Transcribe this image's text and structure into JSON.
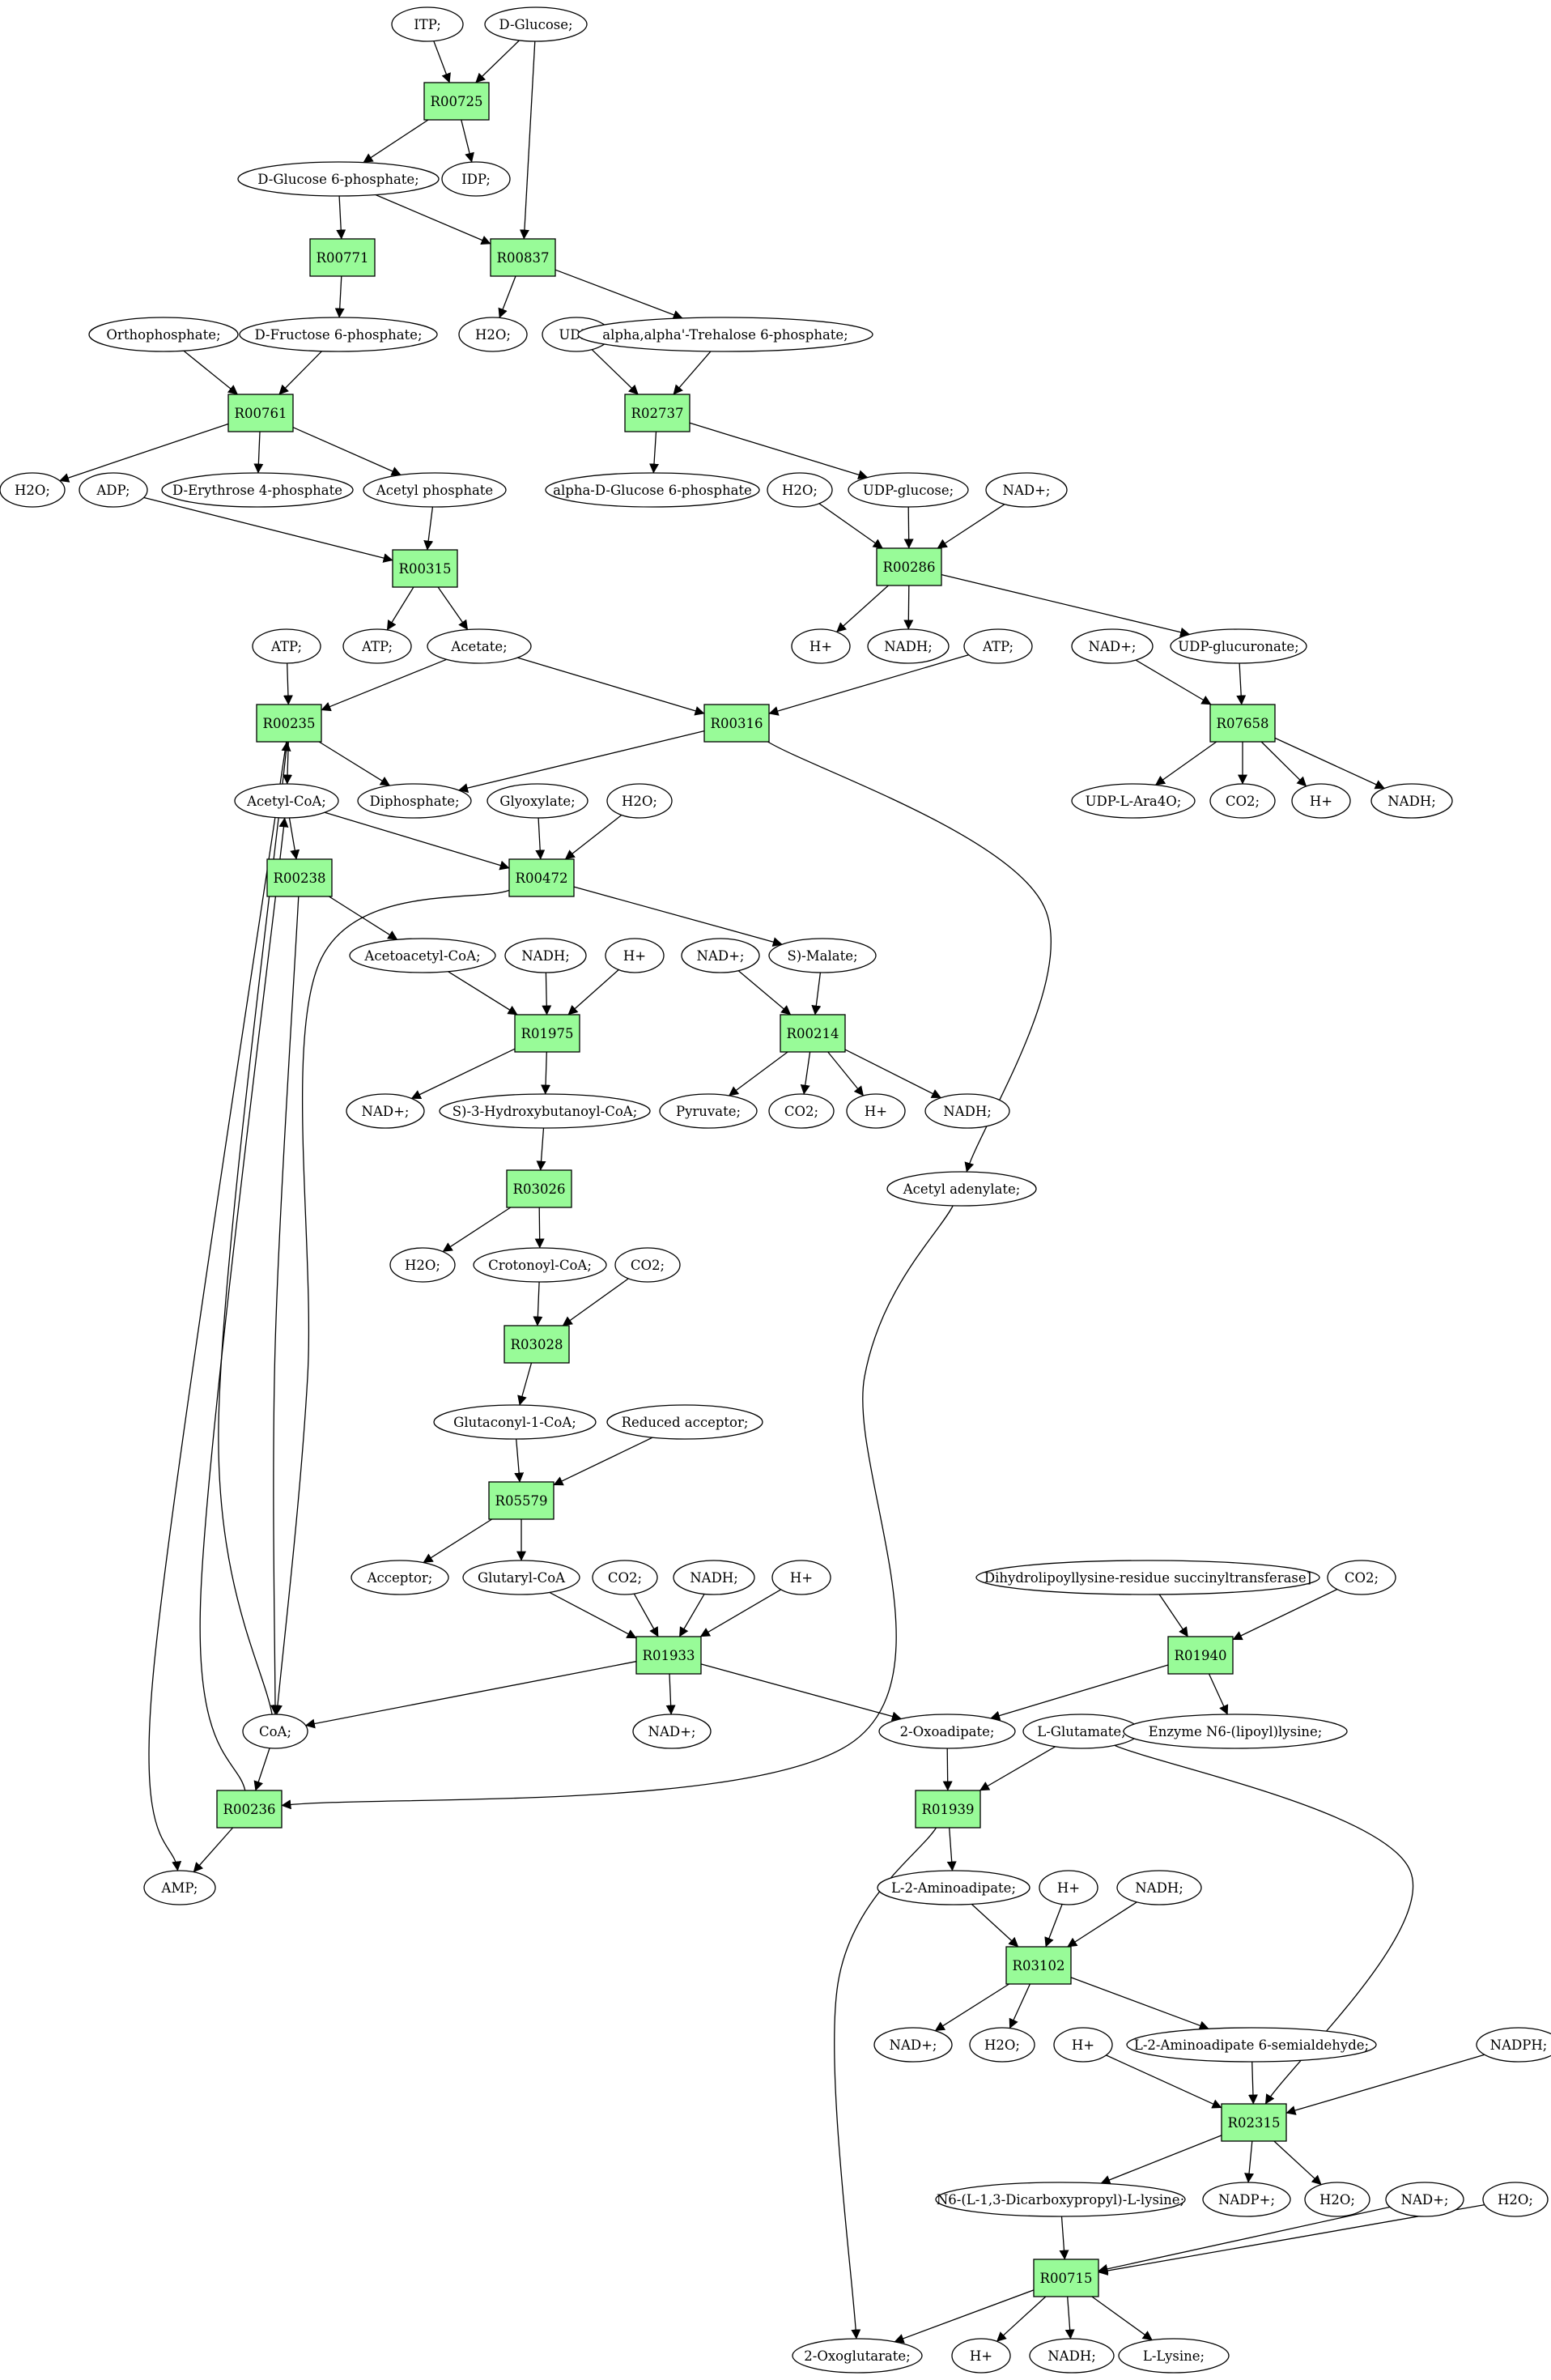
{
  "colors": {
    "reaction_fill": "#98fb98",
    "source_fill": "#00ee00",
    "target_fill": "#ffff00",
    "metabolite_fill": "#ffffff",
    "stroke": "#000000"
  },
  "nodes": [
    {
      "id": "itp",
      "label": "ITP;",
      "type": "metabolite"
    },
    {
      "id": "dglucose",
      "label": "D-Glucose;",
      "type": "metabolite",
      "role": "source"
    },
    {
      "id": "r00725",
      "label": "R00725",
      "type": "reaction"
    },
    {
      "id": "g6p",
      "label": "D-Glucose 6-phosphate;",
      "type": "metabolite"
    },
    {
      "id": "idp",
      "label": "IDP;",
      "type": "metabolite"
    },
    {
      "id": "r00771",
      "label": "R00771",
      "type": "reaction"
    },
    {
      "id": "r00837",
      "label": "R00837",
      "type": "reaction"
    },
    {
      "id": "orthophosphate",
      "label": "Orthophosphate;",
      "type": "metabolite"
    },
    {
      "id": "f6p",
      "label": "D-Fructose 6-phosphate;",
      "type": "metabolite"
    },
    {
      "id": "h2o_a",
      "label": "H2O;",
      "type": "metabolite"
    },
    {
      "id": "udp_a",
      "label": "UDP;",
      "type": "metabolite"
    },
    {
      "id": "trehalose6p",
      "label": "alpha,alpha'-Trehalose 6-phosphate;",
      "type": "metabolite"
    },
    {
      "id": "r00761",
      "label": "R00761",
      "type": "reaction"
    },
    {
      "id": "r02737",
      "label": "R02737",
      "type": "reaction"
    },
    {
      "id": "h2o_b",
      "label": "H2O;",
      "type": "metabolite"
    },
    {
      "id": "adp",
      "label": "ADP;",
      "type": "metabolite"
    },
    {
      "id": "e4p",
      "label": "D-Erythrose 4-phosphate",
      "type": "metabolite"
    },
    {
      "id": "acetylphosphate",
      "label": "Acetyl phosphate",
      "type": "metabolite"
    },
    {
      "id": "adglucose6p",
      "label": "alpha-D-Glucose 6-phosphate",
      "type": "metabolite"
    },
    {
      "id": "h2o_c",
      "label": "H2O;",
      "type": "metabolite"
    },
    {
      "id": "udpglucose",
      "label": "UDP-glucose;",
      "type": "metabolite"
    },
    {
      "id": "nad_a",
      "label": "NAD+;",
      "type": "metabolite"
    },
    {
      "id": "r00315",
      "label": "R00315",
      "type": "reaction"
    },
    {
      "id": "r00286",
      "label": "R00286",
      "type": "reaction"
    },
    {
      "id": "atp_a",
      "label": "ATP;",
      "type": "metabolite"
    },
    {
      "id": "atp_b",
      "label": "ATP;",
      "type": "metabolite"
    },
    {
      "id": "acetate",
      "label": "Acetate;",
      "type": "metabolite"
    },
    {
      "id": "h_a",
      "label": "H+",
      "type": "metabolite"
    },
    {
      "id": "nadh_a",
      "label": "NADH;",
      "type": "metabolite"
    },
    {
      "id": "atp_c",
      "label": "ATP;",
      "type": "metabolite"
    },
    {
      "id": "nad_b",
      "label": "NAD+;",
      "type": "metabolite"
    },
    {
      "id": "udpglucuronate",
      "label": "UDP-glucuronate;",
      "type": "metabolite"
    },
    {
      "id": "r00235",
      "label": "R00235",
      "type": "reaction"
    },
    {
      "id": "r00316",
      "label": "R00316",
      "type": "reaction"
    },
    {
      "id": "r07658",
      "label": "R07658",
      "type": "reaction"
    },
    {
      "id": "acetylcoa",
      "label": "Acetyl-CoA;",
      "type": "metabolite"
    },
    {
      "id": "diphosphate",
      "label": "Diphosphate;",
      "type": "metabolite"
    },
    {
      "id": "glyoxylate",
      "label": "Glyoxylate;",
      "type": "metabolite"
    },
    {
      "id": "h2o_d",
      "label": "H2O;",
      "type": "metabolite"
    },
    {
      "id": "udplara4o",
      "label": "UDP-L-Ara4O;",
      "type": "metabolite"
    },
    {
      "id": "co2_a",
      "label": "CO2;",
      "type": "metabolite"
    },
    {
      "id": "h_b",
      "label": "H+",
      "type": "metabolite"
    },
    {
      "id": "nadh_b",
      "label": "NADH;",
      "type": "metabolite"
    },
    {
      "id": "r00238",
      "label": "R00238",
      "type": "reaction"
    },
    {
      "id": "r00472",
      "label": "R00472",
      "type": "reaction"
    },
    {
      "id": "acetoacetylcoa",
      "label": "Acetoacetyl-CoA;",
      "type": "metabolite"
    },
    {
      "id": "nadh_c",
      "label": "NADH;",
      "type": "metabolite"
    },
    {
      "id": "h_c",
      "label": "H+",
      "type": "metabolite"
    },
    {
      "id": "nad_c",
      "label": "NAD+;",
      "type": "metabolite"
    },
    {
      "id": "smalate",
      "label": "S)-Malate;",
      "type": "metabolite"
    },
    {
      "id": "r01975",
      "label": "R01975",
      "type": "reaction"
    },
    {
      "id": "r00214",
      "label": "R00214",
      "type": "reaction"
    },
    {
      "id": "nad_d",
      "label": "NAD+;",
      "type": "metabolite"
    },
    {
      "id": "hydroxybutanoylcoa",
      "label": "S)-3-Hydroxybutanoyl-CoA;",
      "type": "metabolite"
    },
    {
      "id": "pyruvate",
      "label": "Pyruvate;",
      "type": "metabolite"
    },
    {
      "id": "co2_b",
      "label": "CO2;",
      "type": "metabolite"
    },
    {
      "id": "h_d",
      "label": "H+",
      "type": "metabolite"
    },
    {
      "id": "nadh_d",
      "label": "NADH;",
      "type": "metabolite"
    },
    {
      "id": "acetyladenylate",
      "label": "Acetyl adenylate;",
      "type": "metabolite"
    },
    {
      "id": "r03026",
      "label": "R03026",
      "type": "reaction"
    },
    {
      "id": "h2o_e",
      "label": "H2O;",
      "type": "metabolite"
    },
    {
      "id": "crotonoylcoa",
      "label": "Crotonoyl-CoA;",
      "type": "metabolite"
    },
    {
      "id": "co2_c",
      "label": "CO2;",
      "type": "metabolite"
    },
    {
      "id": "r03028",
      "label": "R03028",
      "type": "reaction"
    },
    {
      "id": "glutaconylcoa",
      "label": "Glutaconyl-1-CoA;",
      "type": "metabolite"
    },
    {
      "id": "reducedacceptor",
      "label": "Reduced acceptor;",
      "type": "metabolite"
    },
    {
      "id": "r05579",
      "label": "R05579",
      "type": "reaction"
    },
    {
      "id": "acceptor",
      "label": "Acceptor;",
      "type": "metabolite"
    },
    {
      "id": "glutarylcoa",
      "label": "Glutaryl-CoA",
      "type": "metabolite"
    },
    {
      "id": "co2_d",
      "label": "CO2;",
      "type": "metabolite"
    },
    {
      "id": "nadh_e",
      "label": "NADH;",
      "type": "metabolite"
    },
    {
      "id": "h_e",
      "label": "H+",
      "type": "metabolite"
    },
    {
      "id": "dihydrolipoyllysine",
      "label": "Dihydrolipoyllysine-residue succinyltransferase]",
      "type": "metabolite"
    },
    {
      "id": "co2_e",
      "label": "CO2;",
      "type": "metabolite"
    },
    {
      "id": "r01933",
      "label": "R01933",
      "type": "reaction"
    },
    {
      "id": "r01940",
      "label": "R01940",
      "type": "reaction"
    },
    {
      "id": "coa",
      "label": "CoA;",
      "type": "metabolite"
    },
    {
      "id": "nad_e",
      "label": "NAD+;",
      "type": "metabolite"
    },
    {
      "id": "oxoadipate",
      "label": "2-Oxoadipate;",
      "type": "metabolite"
    },
    {
      "id": "lglutamate",
      "label": "L-Glutamate;",
      "type": "metabolite"
    },
    {
      "id": "enzymen6",
      "label": "Enzyme N6-(lipoyl)lysine;",
      "type": "metabolite"
    },
    {
      "id": "r00236",
      "label": "R00236",
      "type": "reaction"
    },
    {
      "id": "r01939",
      "label": "R01939",
      "type": "reaction"
    },
    {
      "id": "amp",
      "label": "AMP;",
      "type": "metabolite"
    },
    {
      "id": "l2aminoadipate",
      "label": "L-2-Aminoadipate;",
      "type": "metabolite"
    },
    {
      "id": "h_f",
      "label": "H+",
      "type": "metabolite"
    },
    {
      "id": "nadh_f",
      "label": "NADH;",
      "type": "metabolite"
    },
    {
      "id": "r03102",
      "label": "R03102",
      "type": "reaction"
    },
    {
      "id": "nad_f",
      "label": "NAD+;",
      "type": "metabolite"
    },
    {
      "id": "h2o_f",
      "label": "H2O;",
      "type": "metabolite"
    },
    {
      "id": "semialdehyde",
      "label": "L-2-Aminoadipate 6-semialdehyde;",
      "type": "metabolite"
    },
    {
      "id": "h_g",
      "label": "H+",
      "type": "metabolite"
    },
    {
      "id": "nadph",
      "label": "NADPH;",
      "type": "metabolite"
    },
    {
      "id": "r02315",
      "label": "R02315",
      "type": "reaction"
    },
    {
      "id": "n6dicarboxypropyl",
      "label": "N6-(L-1,3-Dicarboxypropyl)-L-lysine;",
      "type": "metabolite"
    },
    {
      "id": "nadp",
      "label": "NADP+;",
      "type": "metabolite"
    },
    {
      "id": "h2o_g",
      "label": "H2O;",
      "type": "metabolite"
    },
    {
      "id": "nad_g",
      "label": "NAD+;",
      "type": "metabolite"
    },
    {
      "id": "h2o_h",
      "label": "H2O;",
      "type": "metabolite"
    },
    {
      "id": "r00715",
      "label": "R00715",
      "type": "reaction"
    },
    {
      "id": "oxoglutarate",
      "label": "2-Oxoglutarate;",
      "type": "metabolite"
    },
    {
      "id": "h_h",
      "label": "H+",
      "type": "metabolite"
    },
    {
      "id": "nadh_g",
      "label": "NADH;",
      "type": "metabolite"
    },
    {
      "id": "llysine",
      "label": "L-Lysine;",
      "type": "metabolite",
      "role": "target"
    }
  ],
  "edges": [
    [
      "itp",
      "r00725"
    ],
    [
      "dglucose",
      "r00725"
    ],
    [
      "dglucose",
      "r00837"
    ],
    [
      "r00725",
      "g6p"
    ],
    [
      "r00725",
      "idp"
    ],
    [
      "g6p",
      "r00771"
    ],
    [
      "g6p",
      "r00837"
    ],
    [
      "r00771",
      "f6p"
    ],
    [
      "r00837",
      "h2o_a"
    ],
    [
      "r00837",
      "trehalose6p"
    ],
    [
      "orthophosphate",
      "r00761"
    ],
    [
      "f6p",
      "r00761"
    ],
    [
      "udp_a",
      "r02737"
    ],
    [
      "trehalose6p",
      "r02737"
    ],
    [
      "r00761",
      "h2o_b"
    ],
    [
      "r00761",
      "e4p"
    ],
    [
      "r00761",
      "acetylphosphate"
    ],
    [
      "r02737",
      "adglucose6p"
    ],
    [
      "r02737",
      "udpglucose"
    ],
    [
      "adp",
      "r00315"
    ],
    [
      "acetylphosphate",
      "r00315"
    ],
    [
      "h2o_c",
      "r00286"
    ],
    [
      "udpglucose",
      "r00286"
    ],
    [
      "nad_a",
      "r00286"
    ],
    [
      "r00315",
      "atp_b"
    ],
    [
      "r00315",
      "acetate"
    ],
    [
      "r00286",
      "h_a"
    ],
    [
      "r00286",
      "nadh_a"
    ],
    [
      "r00286",
      "udpglucuronate"
    ],
    [
      "atp_a",
      "r00235"
    ],
    [
      "acetate",
      "r00235"
    ],
    [
      "acetate",
      "r00316"
    ],
    [
      "atp_c",
      "r00316"
    ],
    [
      "nad_b",
      "r07658"
    ],
    [
      "udpglucuronate",
      "r07658"
    ],
    [
      "r00235",
      "acetylcoa"
    ],
    [
      "r00235",
      "diphosphate"
    ],
    [
      "r00235",
      "amp"
    ],
    [
      "r00316",
      "diphosphate"
    ],
    [
      "r00316",
      "acetyladenylate"
    ],
    [
      "r07658",
      "udplara4o"
    ],
    [
      "r07658",
      "co2_a"
    ],
    [
      "r07658",
      "h_b"
    ],
    [
      "r07658",
      "nadh_b"
    ],
    [
      "acetylcoa",
      "r00238"
    ],
    [
      "acetylcoa",
      "r00472"
    ],
    [
      "glyoxylate",
      "r00472"
    ],
    [
      "h2o_d",
      "r00472"
    ],
    [
      "r00238",
      "acetoacetylcoa"
    ],
    [
      "r00238",
      "coa"
    ],
    [
      "r00472",
      "smalate"
    ],
    [
      "r00472",
      "coa"
    ],
    [
      "acetoacetylcoa",
      "r01975"
    ],
    [
      "nadh_c",
      "r01975"
    ],
    [
      "h_c",
      "r01975"
    ],
    [
      "nad_c",
      "r00214"
    ],
    [
      "smalate",
      "r00214"
    ],
    [
      "r01975",
      "nad_d"
    ],
    [
      "r01975",
      "hydroxybutanoylcoa"
    ],
    [
      "r00214",
      "pyruvate"
    ],
    [
      "r00214",
      "co2_b"
    ],
    [
      "r00214",
      "h_d"
    ],
    [
      "r00214",
      "nadh_d"
    ],
    [
      "hydroxybutanoylcoa",
      "r03026"
    ],
    [
      "r03026",
      "h2o_e"
    ],
    [
      "r03026",
      "crotonoylcoa"
    ],
    [
      "crotonoylcoa",
      "r03028"
    ],
    [
      "co2_c",
      "r03028"
    ],
    [
      "r03028",
      "glutaconylcoa"
    ],
    [
      "glutaconylcoa",
      "r05579"
    ],
    [
      "reducedacceptor",
      "r05579"
    ],
    [
      "r05579",
      "acceptor"
    ],
    [
      "r05579",
      "glutarylcoa"
    ],
    [
      "glutarylcoa",
      "r01933"
    ],
    [
      "co2_d",
      "r01933"
    ],
    [
      "nadh_e",
      "r01933"
    ],
    [
      "h_e",
      "r01933"
    ],
    [
      "dihydrolipoyllysine",
      "r01940"
    ],
    [
      "co2_e",
      "r01940"
    ],
    [
      "r01933",
      "coa"
    ],
    [
      "r01933",
      "nad_e"
    ],
    [
      "r01933",
      "oxoadipate"
    ],
    [
      "r01940",
      "oxoadipate"
    ],
    [
      "r01940",
      "enzymen6"
    ],
    [
      "coa",
      "r00236"
    ],
    [
      "coa",
      "r00235"
    ],
    [
      "acetyladenylate",
      "r00236"
    ],
    [
      "r00236",
      "acetylcoa"
    ],
    [
      "r00236",
      "amp"
    ],
    [
      "oxoadipate",
      "r01939"
    ],
    [
      "lglutamate",
      "r01939"
    ],
    [
      "lglutamate",
      "r02315"
    ],
    [
      "r01939",
      "l2aminoadipate"
    ],
    [
      "r01939",
      "oxoglutarate"
    ],
    [
      "l2aminoadipate",
      "r03102"
    ],
    [
      "h_f",
      "r03102"
    ],
    [
      "nadh_f",
      "r03102"
    ],
    [
      "r03102",
      "nad_f"
    ],
    [
      "r03102",
      "h2o_f"
    ],
    [
      "r03102",
      "semialdehyde"
    ],
    [
      "semialdehyde",
      "r02315"
    ],
    [
      "h_g",
      "r02315"
    ],
    [
      "nadph",
      "r02315"
    ],
    [
      "r02315",
      "n6dicarboxypropyl"
    ],
    [
      "r02315",
      "nadp"
    ],
    [
      "r02315",
      "h2o_g"
    ],
    [
      "n6dicarboxypropyl",
      "r00715"
    ],
    [
      "nad_g",
      "r00715"
    ],
    [
      "h2o_h",
      "r00715"
    ],
    [
      "r00715",
      "oxoglutarate"
    ],
    [
      "r00715",
      "h_h"
    ],
    [
      "r00715",
      "nadh_g"
    ],
    [
      "r00715",
      "llysine"
    ]
  ]
}
